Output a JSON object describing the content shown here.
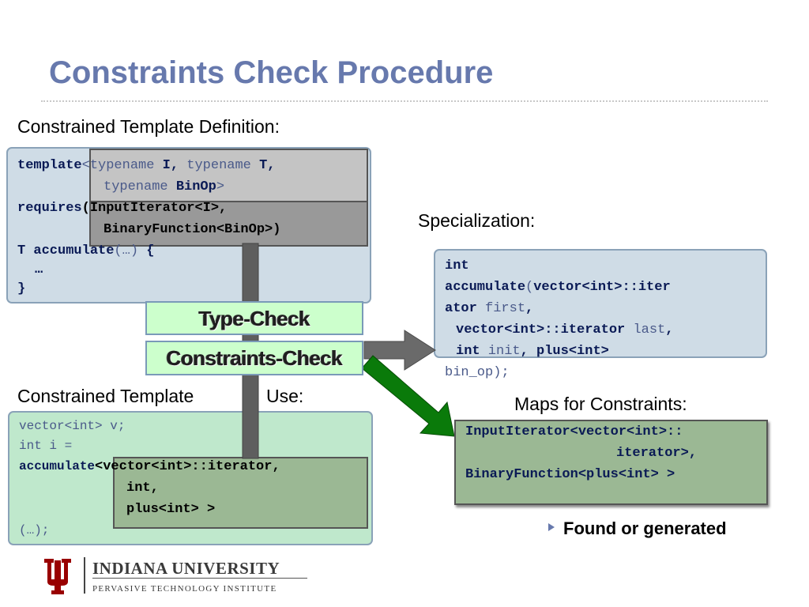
{
  "slide": {
    "title": "Constraints Check Procedure",
    "labels": {
      "definition": "Constrained Template Definition:",
      "specialization": "Specialization:",
      "use_left": "Constrained Template",
      "use_right": "Use:",
      "maps": "Maps for Constraints:"
    },
    "definition_code": {
      "l1_kw": "template",
      "l1_a": "<typename ",
      "l1_b": "I,",
      "l1_c": " typename ",
      "l1_d": "T,",
      "l2_a": "typename ",
      "l2_b": "BinOp",
      "l2_c": ">",
      "l3_kw": "requires",
      "l3_a": "(InputIterator<I>,",
      "l4": "BinaryFunction<BinOp>)",
      "l5_a": "T accumulate",
      "l5_b": "(…)",
      "l5_c": " {",
      "l6": "…",
      "l7": "}"
    },
    "specialization_code": {
      "l1": "int",
      "l2_a": "accumulate",
      "l2_b": "(",
      "l2_c": "vector<int>::iter",
      "l3_a": "ator",
      "l3_b": " first",
      "l3_c": ",",
      "l4_a": "vector<int>::iterator",
      "l4_b": " last",
      "l4_c": ",",
      "l5_a": "int",
      "l5_b": " init",
      "l5_c": ", ",
      "l5_d": "plus<int>",
      "l6": "bin_op);"
    },
    "use_code": {
      "l1": "vector<int> v;",
      "l2": "int i =",
      "l3_kw": "accumulate",
      "l3_a": "<vector<int>::iterator,",
      "l4": "int,",
      "l5": "plus<int> >",
      "l6": "(…);"
    },
    "buttons": {
      "type_check": "Type-Check",
      "constraints_check": "Constraints-Check"
    },
    "maps_code": {
      "l1": "InputIterator<vector<int>::",
      "l2": "iterator>,",
      "l3": "BinaryFunction<plus<int> >"
    },
    "bullet": "Found or generated",
    "logo": {
      "name": "INDIANA UNIVERSITY",
      "subtitle": "PERVASIVE TECHNOLOGY INSTITUTE"
    },
    "colors": {
      "title": "#6779ad",
      "logo_red": "#990000",
      "green_arrow": "#0a7a0a",
      "gray_arrow": "#606060"
    }
  }
}
